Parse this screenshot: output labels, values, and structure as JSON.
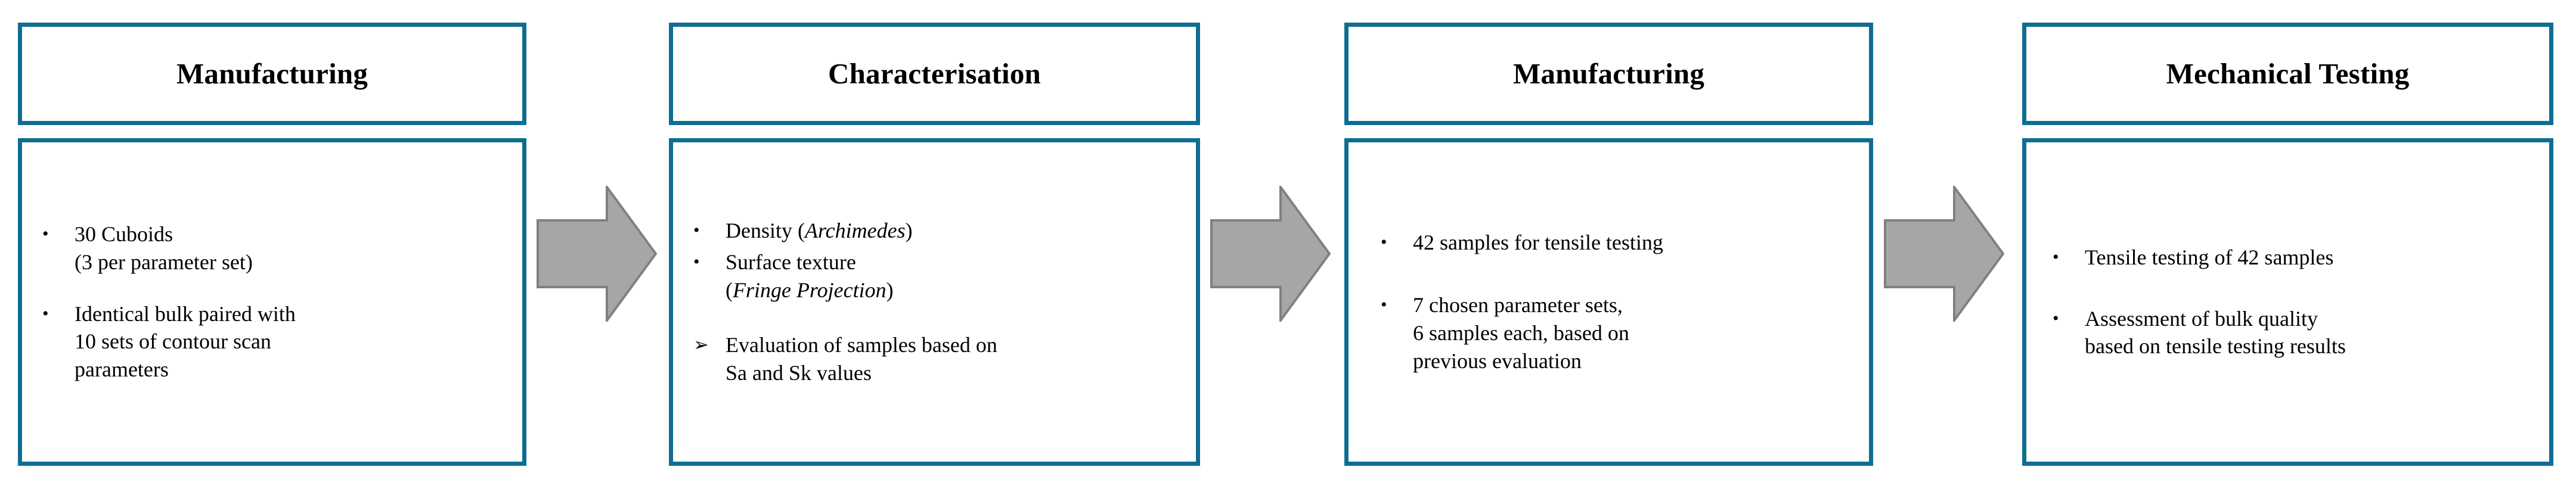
{
  "diagram": {
    "type": "process-flow",
    "orientation": "left-to-right",
    "colors": {
      "box_border": "#0E6E92",
      "box_fill": "#FFFFFF",
      "arrow_fill": "#A6A6A6",
      "arrow_border": "#808080",
      "text": "#000000"
    },
    "stages": [
      {
        "id": "stage-1",
        "header": "Manufacturing",
        "items": [
          {
            "marker": "bullet",
            "marker_glyph": "•",
            "text": "30 Cuboids\n(3 per parameter set)"
          },
          {
            "marker": "bullet",
            "marker_glyph": "•",
            "text": "Identical bulk paired with\n10 sets of contour scan\nparameters"
          }
        ]
      },
      {
        "id": "stage-2",
        "header": "Characterisation",
        "items": [
          {
            "marker": "bullet",
            "marker_glyph": "•",
            "text_parts": [
              {
                "text": "Density (",
                "style": "normal"
              },
              {
                "text": "Archimedes",
                "style": "italic"
              },
              {
                "text": ")",
                "style": "normal"
              }
            ]
          },
          {
            "marker": "bullet",
            "marker_glyph": "•",
            "text_parts": [
              {
                "text": "Surface texture\n(",
                "style": "normal"
              },
              {
                "text": "Fringe Projection",
                "style": "italic"
              },
              {
                "text": ")",
                "style": "normal"
              }
            ]
          },
          {
            "marker": "arrow",
            "marker_glyph": "➢",
            "text": "Evaluation of samples based on\nSa and Sk values"
          }
        ]
      },
      {
        "id": "stage-3",
        "header": "Manufacturing",
        "items": [
          {
            "marker": "bullet",
            "marker_glyph": "•",
            "text": "42 samples for tensile testing"
          },
          {
            "marker": "bullet",
            "marker_glyph": "•",
            "text": "7 chosen parameter sets,\n6 samples each, based on\nprevious evaluation"
          }
        ]
      },
      {
        "id": "stage-4",
        "header": "Mechanical Testing",
        "items": [
          {
            "marker": "bullet",
            "marker_glyph": "•",
            "text": "Tensile testing of 42 samples"
          },
          {
            "marker": "bullet",
            "marker_glyph": "•",
            "text": "Assessment of bulk quality\nbased on tensile testing results"
          }
        ]
      }
    ],
    "connectors": [
      {
        "id": "connector-1",
        "from": "stage-1",
        "to": "stage-2",
        "shape": "right-arrow"
      },
      {
        "id": "connector-2",
        "from": "stage-2",
        "to": "stage-3",
        "shape": "right-arrow"
      },
      {
        "id": "connector-3",
        "from": "stage-3",
        "to": "stage-4",
        "shape": "right-arrow"
      }
    ]
  }
}
